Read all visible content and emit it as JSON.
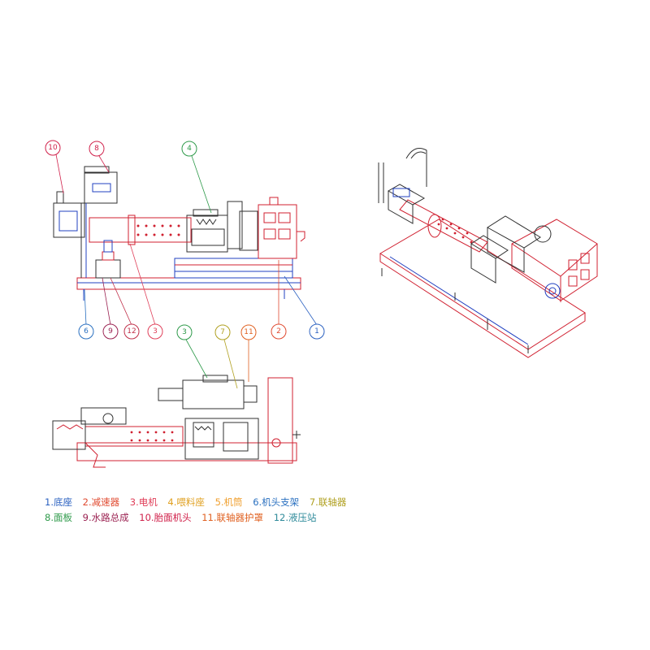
{
  "callouts": [
    {
      "num": "10",
      "color": "#d0204a"
    },
    {
      "num": "8",
      "color": "#d0204a"
    },
    {
      "num": "4",
      "color": "#2e9a4a"
    },
    {
      "num": "6",
      "color": "#2a70c0"
    },
    {
      "num": "9",
      "color": "#9a2050"
    },
    {
      "num": "12",
      "color": "#c0304a"
    },
    {
      "num": "3",
      "color": "#e0405a"
    },
    {
      "num": "2",
      "color": "#e04a30"
    },
    {
      "num": "1",
      "color": "#2a60c0"
    },
    {
      "num": "3",
      "color": "#2e9a4a"
    },
    {
      "num": "7",
      "color": "#b0a020"
    },
    {
      "num": "11",
      "color": "#e06020"
    }
  ],
  "legend": [
    [
      {
        "text": "1.底座",
        "color": "#2a60c0"
      },
      {
        "text": "2.减速器",
        "color": "#e04a30"
      },
      {
        "text": "3.电机",
        "color": "#e0405a"
      },
      {
        "text": "4.喂料座",
        "color": "#e0a020"
      },
      {
        "text": "5.机筒",
        "color": "#f0a030"
      },
      {
        "text": "6.机头支架",
        "color": "#2a70c0"
      },
      {
        "text": "7.联轴器",
        "color": "#b0a020"
      }
    ],
    [
      {
        "text": "8.面板",
        "color": "#2e9a4a"
      },
      {
        "text": "9.水路总成",
        "color": "#9a2050"
      },
      {
        "text": "10.胎面机头",
        "color": "#d0204a"
      },
      {
        "text": "11.联轴器护罩",
        "color": "#e06020"
      },
      {
        "text": "12.液压站",
        "color": "#2e8a9a"
      }
    ]
  ],
  "colors": {
    "outline_red": "#d02030",
    "outline_blue": "#2040c0",
    "outline_dark": "#303030",
    "outline_green": "#208040"
  }
}
